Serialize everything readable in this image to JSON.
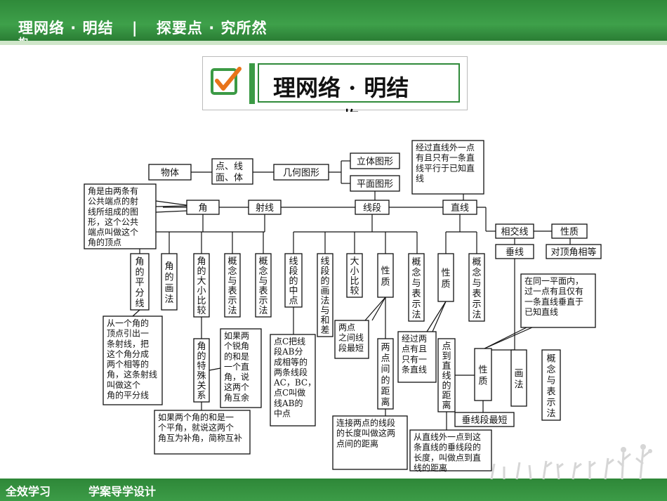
{
  "header": {
    "left_title": "理网络 · 明结",
    "right_title": "探要点 · 究所然",
    "overflow_char": "构"
  },
  "banner": {
    "title": "理网络 · 明结",
    "overflow": "构"
  },
  "footer": {
    "left": "全效学习",
    "right": "学案导学设计"
  },
  "nodes": [
    {
      "id": "wuti",
      "text": "物体"
    },
    {
      "id": "dxmt",
      "lines": [
        "点、线",
        "面、体"
      ]
    },
    {
      "id": "jihe",
      "text": "几何图形"
    },
    {
      "id": "liti",
      "text": "立体图形"
    },
    {
      "id": "pingmian",
      "text": "平面图形"
    },
    {
      "id": "jiao",
      "text": "角"
    },
    {
      "id": "shexian",
      "text": "射线"
    },
    {
      "id": "xianduan",
      "text": "线段"
    },
    {
      "id": "zhixian",
      "text": "直线"
    },
    {
      "id": "jiaodef",
      "lines": [
        "角是由两条有",
        "公共端点的射",
        "线所组成的图",
        "形，这个公共",
        "端点叫做这个",
        "角的顶点"
      ]
    },
    {
      "id": "guoyidian",
      "lines": [
        "经过直线外一点",
        "有且只有一条直",
        "线平行于已知直",
        "线"
      ]
    },
    {
      "id": "xiangjiao",
      "text": "相交线"
    },
    {
      "id": "xingzhi1",
      "text": "性质"
    },
    {
      "id": "duiding",
      "text": "对顶角相等"
    },
    {
      "id": "chuixian",
      "text": "垂线"
    },
    {
      "id": "pingfen",
      "vtext": "角的平分线"
    },
    {
      "id": "jiaohuafa",
      "vtext": "角的画法"
    },
    {
      "id": "jiaobijiao",
      "vtext": "角的大小比较"
    },
    {
      "id": "gnbsf1",
      "vtext": "概念与表示法"
    },
    {
      "id": "gnbsf2",
      "vtext": "概念与表示法"
    },
    {
      "id": "xdzd",
      "vtext": "线段的中点"
    },
    {
      "id": "xdhf",
      "vtext": "线段的画法与和差"
    },
    {
      "id": "dxbj",
      "vtext": "大小比较"
    },
    {
      "id": "xingzhi2",
      "vtext": "性质"
    },
    {
      "id": "gnbsf3",
      "vtext": "概念与表示法"
    },
    {
      "id": "xingzhi3",
      "vtext": "性质"
    },
    {
      "id": "gnbsf4",
      "vtext": "概念与表示法"
    },
    {
      "id": "tongyi",
      "lines": [
        "在同一平面内，",
        "过一点有且仅有",
        "一条直线垂直于",
        "已知直线"
      ]
    },
    {
      "id": "pingfendef",
      "lines": [
        "从一个角的",
        "顶点引出一",
        "条射线，把",
        "这个角分成",
        "两个相等的",
        "角，这条射线",
        "叫做这个",
        "角的平分线"
      ]
    },
    {
      "id": "teshu",
      "vtext": "角的特殊关系"
    },
    {
      "id": "yuhu",
      "lines": [
        "如果两",
        "个锐角",
        "的和是",
        "一个直",
        "角，说",
        "这两个",
        "角互余"
      ]
    },
    {
      "id": "zhongdiandef",
      "lines": [
        "点C把线",
        "段AB分",
        "成相等的",
        "两条线段",
        "AC，BC，",
        "点C叫做",
        "线AB的",
        "中点"
      ]
    },
    {
      "id": "liangdianzui",
      "lines": [
        "两点",
        "之间线",
        "段最短"
      ]
    },
    {
      "id": "juli",
      "vtext": "两点间的距离"
    },
    {
      "id": "liangdianyou",
      "lines": [
        "经过两",
        "点有且",
        "只有一",
        "条直线"
      ]
    },
    {
      "id": "dianjuli",
      "vtext": "点到直线的距离"
    },
    {
      "id": "xingzhi4",
      "vtext": "性质"
    },
    {
      "id": "huafa",
      "vtext": "画法"
    },
    {
      "id": "gnbsf5",
      "vtext": "概念与表示法"
    },
    {
      "id": "buhu",
      "lines": [
        "如果两个角的和是一",
        "个平角，就说这两个",
        "角互为补角，简称互补"
      ]
    },
    {
      "id": "julidef",
      "lines": [
        "连接两点的线段",
        "的长度叫做这两",
        "点间的距离"
      ]
    },
    {
      "id": "chuixianduan",
      "text": "垂线段最短"
    },
    {
      "id": "dianjulidef",
      "lines": [
        "从直线外一点到这",
        "条直线的垂线段的",
        "长度，叫做点到直",
        "线的距离"
      ]
    }
  ]
}
